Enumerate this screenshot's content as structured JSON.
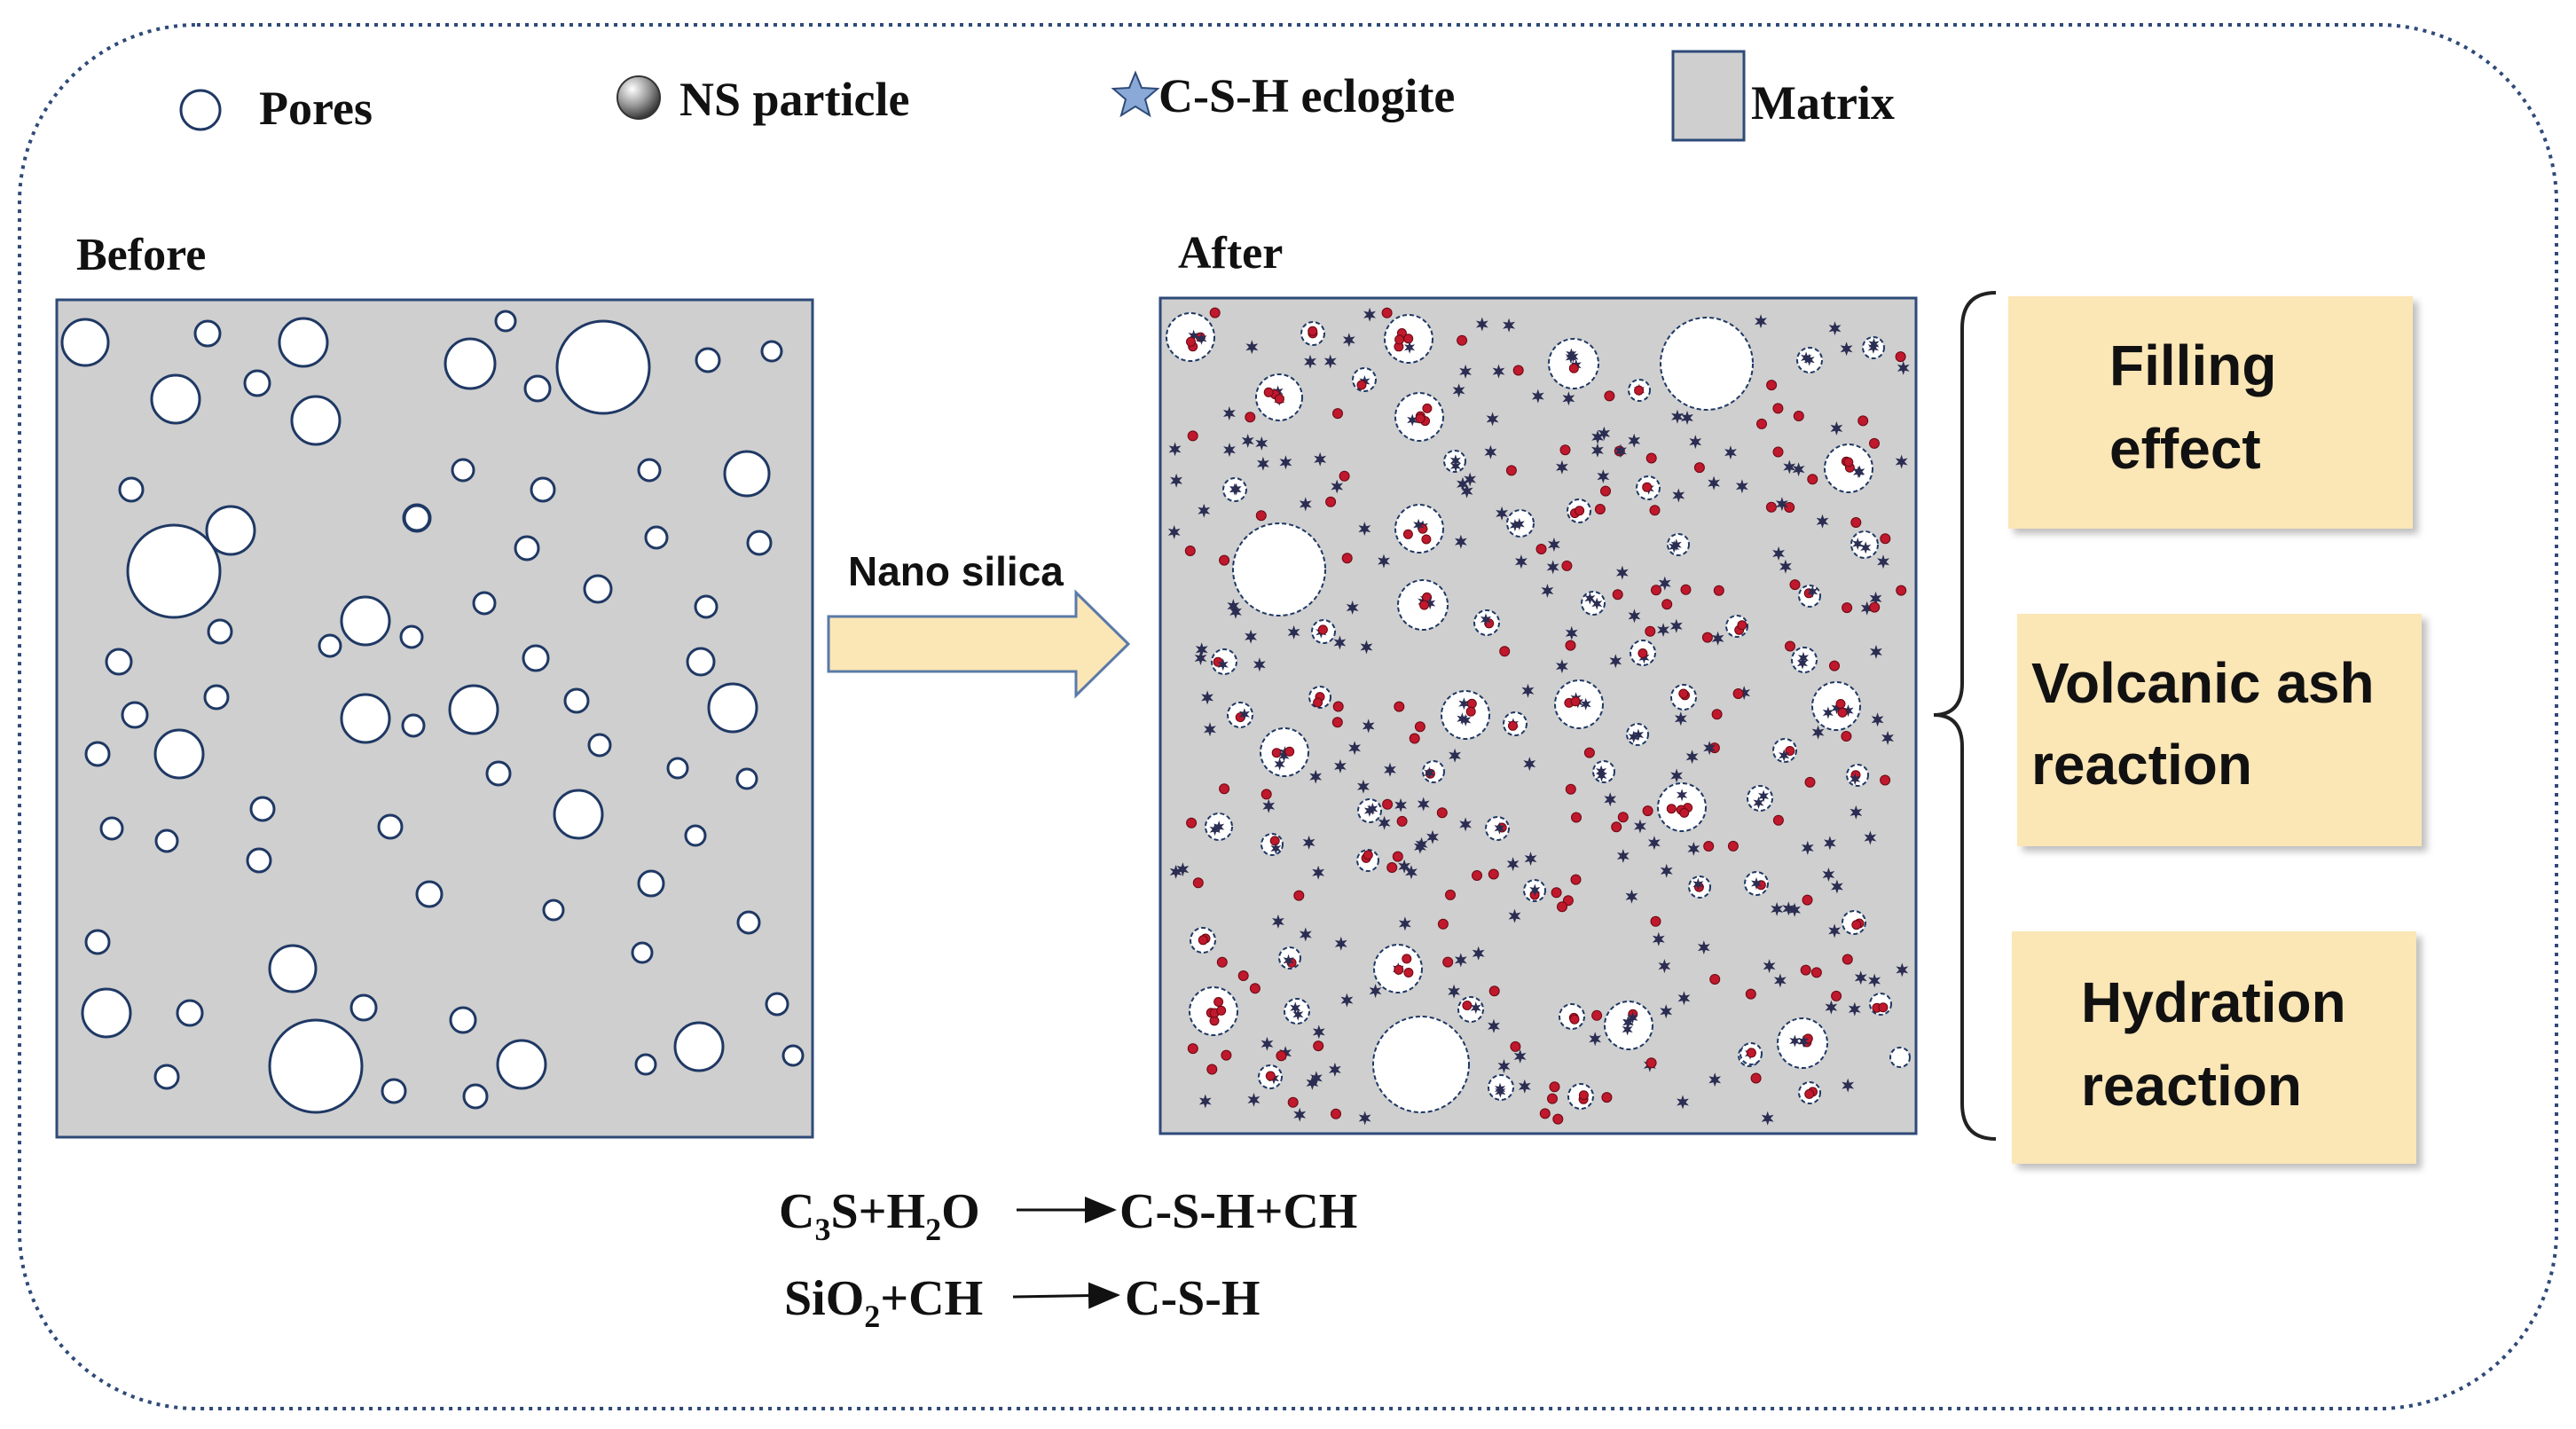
{
  "legend": {
    "pores": "Pores",
    "ns_particle": "NS particle",
    "csh": "C-S-H eclogite",
    "matrix": "Matrix"
  },
  "panels": {
    "before_title": "Before",
    "after_title": "After"
  },
  "arrow_label": "Nano silica",
  "effects": [
    {
      "line1": "Filling",
      "line2": "effect"
    },
    {
      "line1": "Volcanic ash",
      "line2": "reaction"
    },
    {
      "line1": "Hydration",
      "line2": "reaction"
    }
  ],
  "equations": {
    "eq1": {
      "lhs_a": "C",
      "lhs_sub1": "3",
      "lhs_b": "S+H",
      "lhs_sub2": "2",
      "lhs_c": "O",
      "rhs": "C-S-H+CH"
    },
    "eq2": {
      "lhs_a": "SiO",
      "lhs_sub1": "2",
      "lhs_b": "+CH",
      "rhs": "C-S-H"
    }
  },
  "colors": {
    "matrix_fill": "#cfcfcf",
    "panel_border": "#2e4a78",
    "pore_stroke": "#1f3864",
    "ns_red": "#c0182c",
    "csh_star": "#2b2d52",
    "effect_box": "#fbe6b6",
    "arrow_fill": "#fbe6b6",
    "frame": "#2e4a78"
  }
}
